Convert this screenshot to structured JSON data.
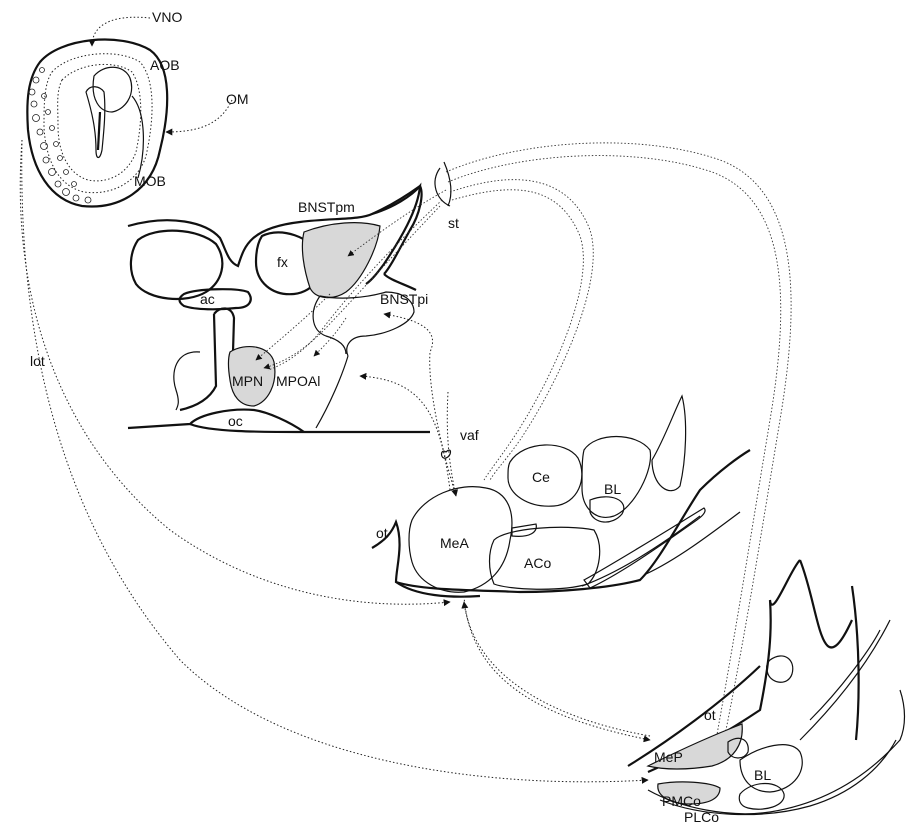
{
  "labels": {
    "vno": "VNO",
    "aob": "AOB",
    "om": "OM",
    "mob": "MOB",
    "bnstpm": "BNSTpm",
    "st": "st",
    "fx": "fx",
    "ac": "ac",
    "bnstpi": "BNSTpi",
    "lot": "lot",
    "mpn": "MPN",
    "mpoal": "MPOAl",
    "oc": "oc",
    "vaf": "vaf",
    "ce": "Ce",
    "bl_amygdala": "BL",
    "mea": "MeA",
    "aco": "ACo",
    "ot_top": "ot",
    "ot_bottom": "ot",
    "mep": "MeP",
    "bl_posterior": "BL",
    "pmco": "PMCo",
    "plco": "PLCo"
  }
}
